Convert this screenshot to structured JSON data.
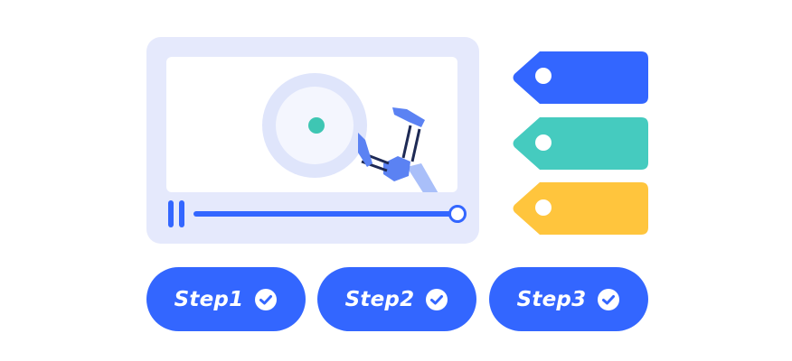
{
  "player": {
    "progress": 0.98,
    "state": "playing",
    "pause_icon": "pause-icon",
    "colors": {
      "frame": "#e5e9fc",
      "screen": "#ffffff",
      "accent": "#3366ff",
      "dot": "#3ec6b3"
    }
  },
  "tags": [
    {
      "name": "blue-tag",
      "color": "#3366ff"
    },
    {
      "name": "teal-tag",
      "color": "#45cbbf"
    },
    {
      "name": "yellow-tag",
      "color": "#ffc53d"
    }
  ],
  "steps": [
    {
      "label": "Step1",
      "icon": "check-circle-icon"
    },
    {
      "label": "Step2",
      "icon": "check-circle-icon"
    },
    {
      "label": "Step3",
      "icon": "check-circle-icon"
    }
  ]
}
